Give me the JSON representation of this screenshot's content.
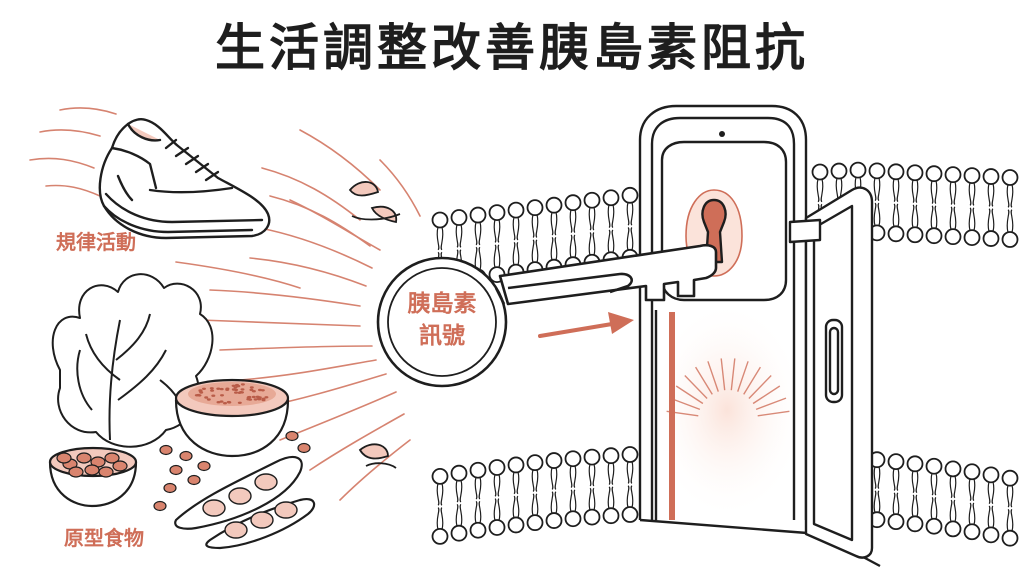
{
  "title": "生活調整改善胰島素阻抗",
  "labels": {
    "exercise": "規律活動",
    "whole_food": "原型食物",
    "key_line1": "胰島素",
    "key_line2": "訊號"
  },
  "colors": {
    "accent": "#cf6e58",
    "accent_light": "#f3c9bd",
    "ink": "#1e1e1e"
  },
  "icons": {
    "shoe": "sneaker-icon",
    "vegetables": "lettuce-grain-bean-icon",
    "key": "key-icon",
    "door": "open-door-icon",
    "membrane": "cell-membrane-icon"
  }
}
